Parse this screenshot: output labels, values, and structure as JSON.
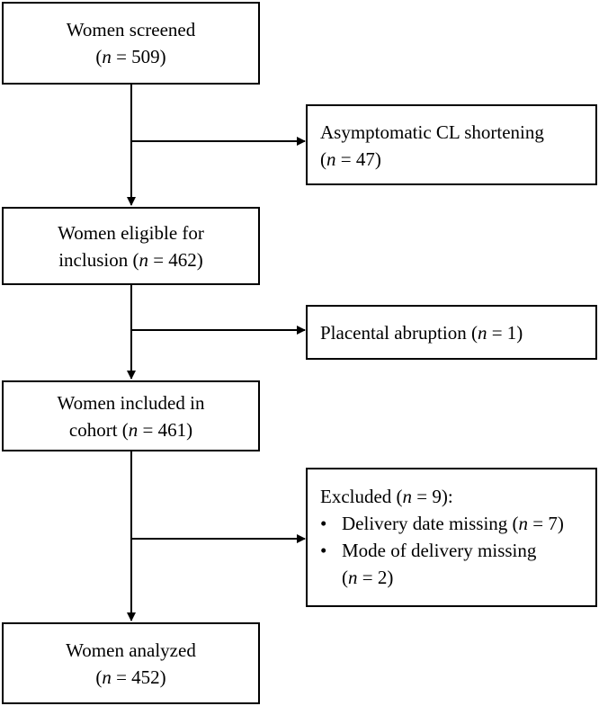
{
  "screened": {
    "label": "Women screened",
    "n_prefix": "(",
    "n": "n",
    "n_value": " = 509)"
  },
  "excluded_cl": {
    "label": "Asymptomatic CL shortening",
    "n_prefix": "(",
    "n": "n",
    "n_value": " = 47)"
  },
  "eligible": {
    "label_line1": "Women eligible for",
    "label_line2": "inclusion (",
    "n": "n",
    "n_value": " = 462)"
  },
  "excluded_abruption": {
    "label": "Placental abruption (",
    "n": "n",
    "n_value": " = 1)"
  },
  "included": {
    "label_line1": "Women included in",
    "label_line2": "cohort (",
    "n": "n",
    "n_value": " = 461)"
  },
  "excluded_missing": {
    "header": "Excluded (",
    "n": "n",
    "n_value": " = 9):",
    "bullet": "•",
    "item1": {
      "label": "Delivery date missing (",
      "n": "n",
      "n_value": " = 7)"
    },
    "item2": {
      "label": "Mode of delivery missing",
      "n_prefix": "(",
      "n": "n",
      "n_value": " = 2)"
    }
  },
  "analyzed": {
    "label": "Women analyzed",
    "n_prefix": "(",
    "n": "n",
    "n_value": " = 452)"
  }
}
